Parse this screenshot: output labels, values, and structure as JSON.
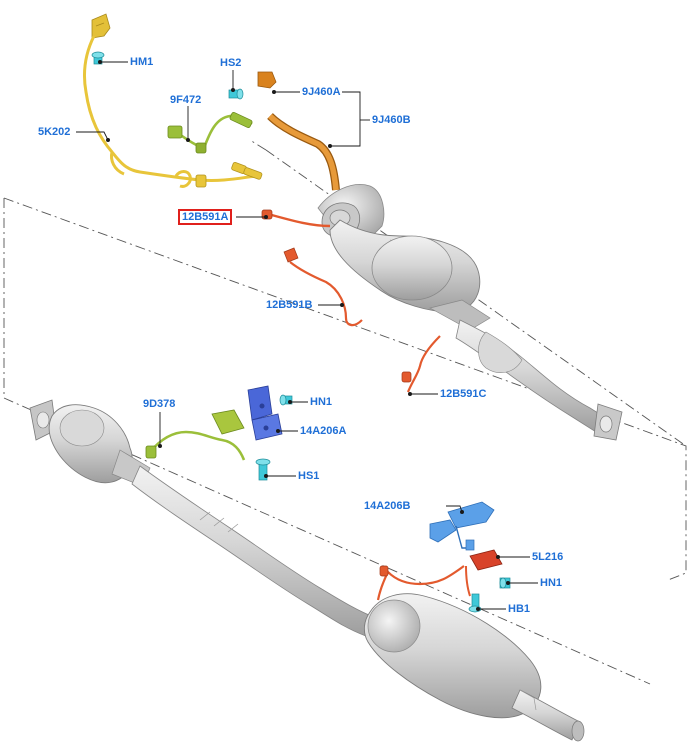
{
  "callouts": {
    "hm1": "HM1",
    "hs2": "HS2",
    "p9f472": "9F472",
    "p9j460a": "9J460A",
    "p9j460b": "9J460B",
    "p5k202": "5K202",
    "p12b591a": "12B591A",
    "p12b591b": "12B591B",
    "p12b591c": "12B591C",
    "p9d378": "9D378",
    "hn1_top": "HN1",
    "p14a206a": "14A206A",
    "hs1": "HS1",
    "p14a206b": "14A206B",
    "p5l216": "5L216",
    "hn1_bottom": "HN1",
    "hb1": "HB1"
  },
  "selected_callout": "12B591A",
  "colors": {
    "callout_text": "#1f6fd6",
    "selected_border": "#e0201c",
    "yellow_harness": "#e8c53a",
    "green_sensor": "#9bbf3a",
    "orange_pipe": "#d9821e",
    "red_sensor": "#e35a2e",
    "blue_bracket": "#4a67d8",
    "light_blue_bracket": "#5ba0e8",
    "cyan_bolt": "#3fc8d8",
    "metal": "#cfcfcf"
  },
  "icons": {
    "bolt": "bolt-icon",
    "bracket": "bracket-icon"
  }
}
